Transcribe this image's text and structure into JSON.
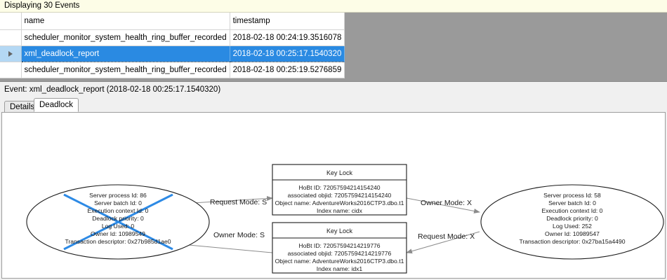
{
  "banner": {
    "text": "Displaying 30 Events"
  },
  "grid": {
    "columns": [
      "",
      "name",
      "timestamp"
    ],
    "rows": [
      {
        "selected": false,
        "indicator": "",
        "name": "scheduler_monitor_system_health_ring_buffer_recorded",
        "timestamp": "2018-02-18 00:24:19.3516078"
      },
      {
        "selected": true,
        "indicator": "row-selector-arrow",
        "name": "xml_deadlock_report",
        "timestamp": "2018-02-18 00:25:17.1540320"
      },
      {
        "selected": false,
        "indicator": "",
        "name": "scheduler_monitor_system_health_ring_buffer_recorded",
        "timestamp": "2018-02-18 00:25:19.5276859"
      }
    ],
    "selection_color": "#2a8ae2",
    "selector_color": "#b4d8f4"
  },
  "event_header": {
    "text": "Event: xml_deadlock_report (2018-02-18 00:25:17.1540320)"
  },
  "tabs": [
    {
      "label": "Details",
      "active": false
    },
    {
      "label": "Deadlock",
      "active": true
    }
  ],
  "deadlock_graph": {
    "victim_marker_color": "#2d8ae5",
    "process_left": {
      "is_victim": true,
      "lines": [
        "Server process Id: 86",
        "Server batch Id: 0",
        "Execution context Id: 0",
        "Deadlock priority: 0",
        "Log Used: 0",
        "Owner Id: 10989549",
        "Transaction descriptor: 0x27b985d1ae0"
      ]
    },
    "process_right": {
      "is_victim": false,
      "lines": [
        "Server process Id: 58",
        "Server batch Id: 0",
        "Execution context Id: 0",
        "Deadlock priority: 0",
        "Log Used: 252",
        "Owner Id: 10989547",
        "Transaction descriptor: 0x27ba15a4490"
      ]
    },
    "resource_top": {
      "title": "Key Lock",
      "lines": [
        "HoBt ID: 72057594214154240",
        "associated objid: 72057594214154240",
        "Object name: AdventureWorks2016CTP3.dbo.t1",
        "Index name: cidx"
      ]
    },
    "resource_bottom": {
      "title": "Key Lock",
      "lines": [
        "HoBt ID: 72057594214219776",
        "associated objid: 72057594214219776",
        "Object name: AdventureWorks2016CTP3.dbo.t1",
        "Index name: idx1"
      ]
    },
    "edges": [
      {
        "id": "left-request-top",
        "label": "Request Mode: S"
      },
      {
        "id": "top-owner-right",
        "label": "Owner Mode: X"
      },
      {
        "id": "bottom-owner-left",
        "label": "Owner Mode: S"
      },
      {
        "id": "right-request-bottom",
        "label": "Request Mode: X"
      }
    ]
  }
}
